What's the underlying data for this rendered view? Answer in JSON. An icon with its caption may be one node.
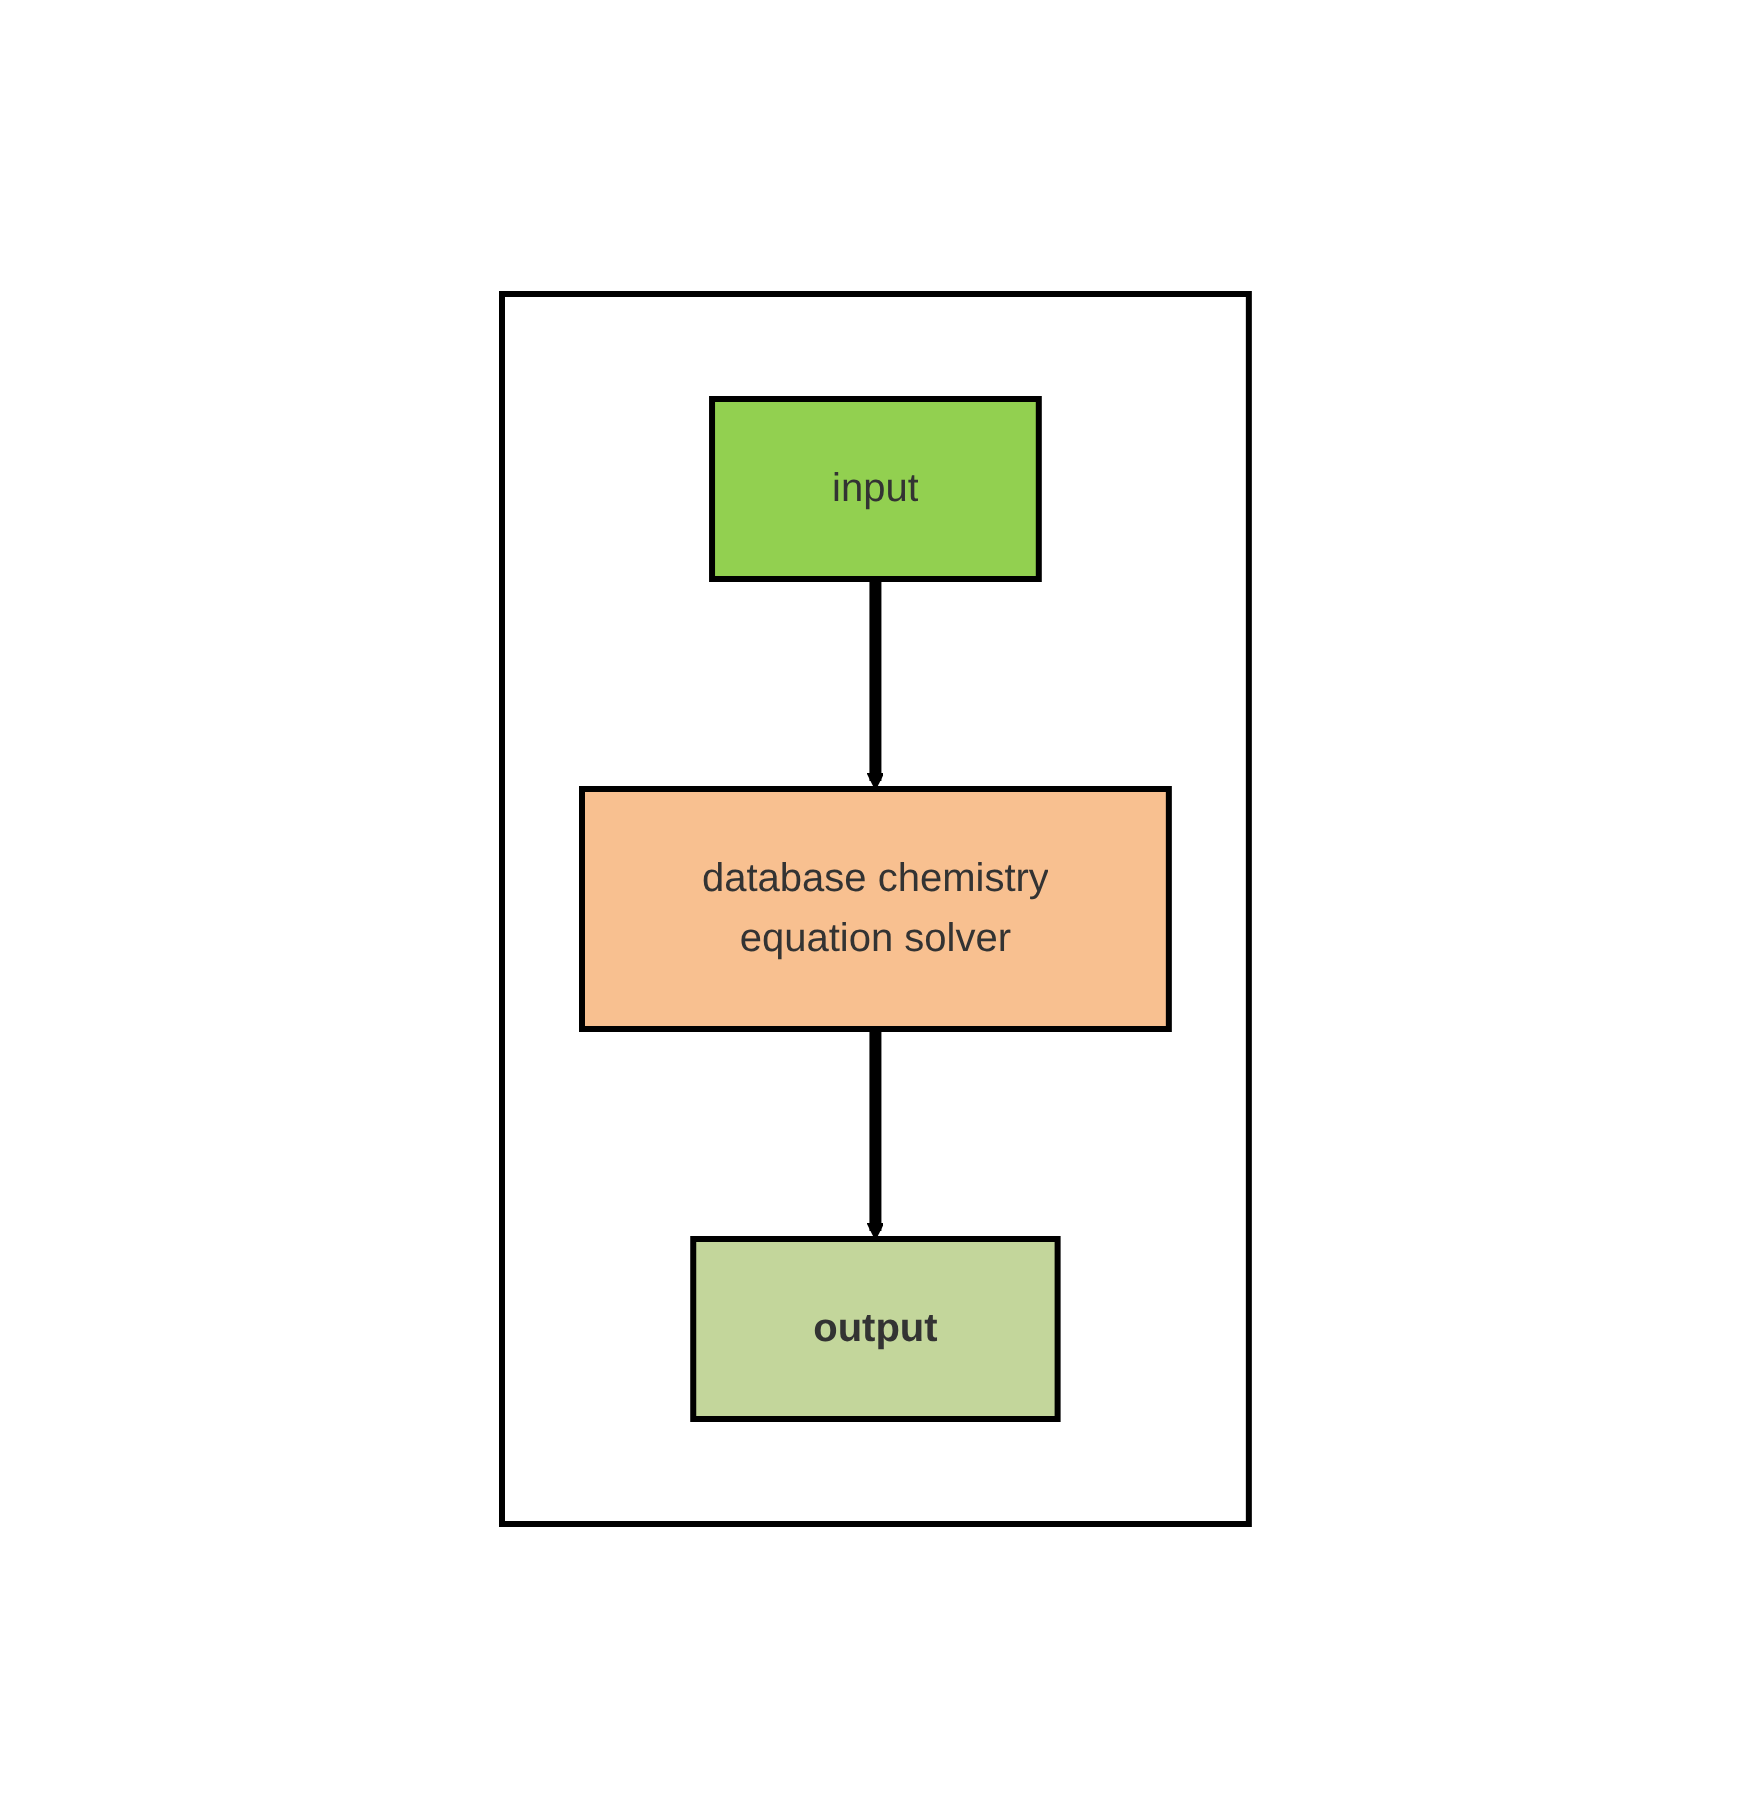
{
  "diagram": {
    "nodes": [
      {
        "text": [],
        "shape": "box"
      },
      {
        "text": [
          "input"
        ],
        "in": 0
      },
      {
        "text": [
          "database chemistry",
          "equation solver"
        ],
        "in": 0
      },
      {
        "text": [
          "output"
        ],
        "in": 0
      }
    ],
    "edges": [
      {
        "from": 1,
        "to": 2,
        "arrow": "to"
      },
      {
        "from": 2,
        "to": 3,
        "arrow": "to"
      }
    ]
  }
}
